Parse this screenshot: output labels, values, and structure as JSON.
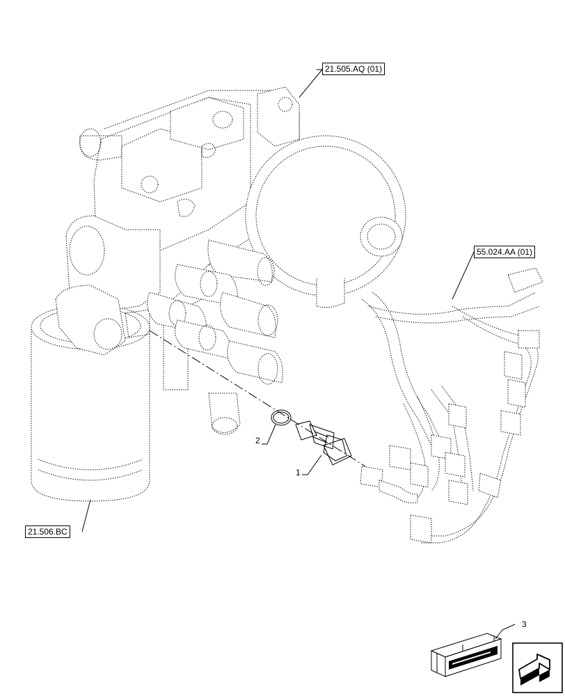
{
  "references": [
    {
      "id": "ref-21-505-aq",
      "label": "21.505.AQ (01)"
    },
    {
      "id": "ref-55-024-aa",
      "label": "55.024.AA (01)"
    },
    {
      "id": "ref-21-506-bc",
      "label": "21.506.BC"
    }
  ],
  "callouts": [
    {
      "id": "callout-1",
      "label": "1"
    },
    {
      "id": "callout-2",
      "label": "2"
    },
    {
      "id": "callout-3",
      "label": "3"
    }
  ],
  "icons": {
    "nav": "next-page-arrow-icon",
    "kit": "repair-kit-box-icon"
  }
}
